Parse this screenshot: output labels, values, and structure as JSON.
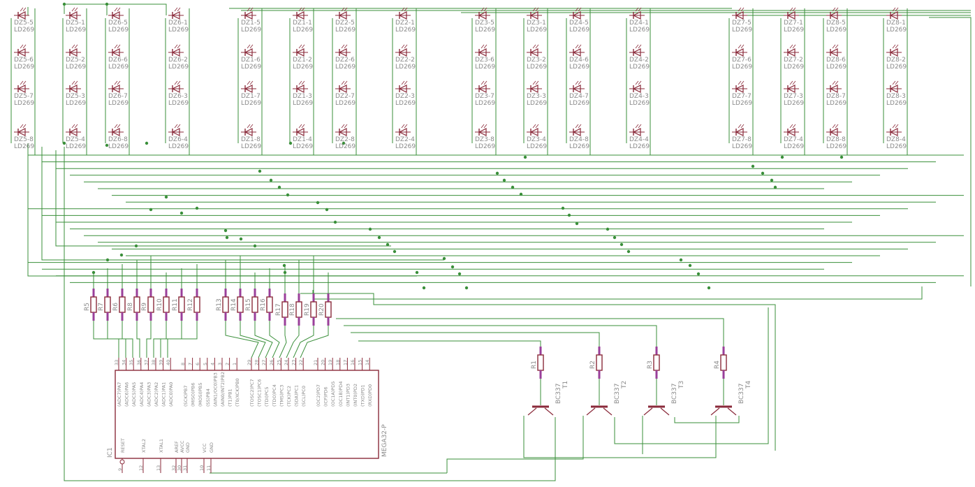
{
  "colors": {
    "wire": "#3a8f3a",
    "part": "#8a2a3a",
    "label": "#8a8a8a",
    "pad": "#9a3f9a"
  },
  "led_groups": [
    {
      "cols": [
        [
          "DZ5-5",
          "DZ5-6",
          "DZ5-7",
          "DZ5-8"
        ],
        [
          "DZ5-1",
          "DZ5-2",
          "DZ5-3",
          "DZ5-4"
        ],
        [
          "DZ6-5",
          "DZ6-6",
          "DZ6-7",
          "DZ6-8"
        ],
        [
          "DZ6-1",
          "DZ6-2",
          "DZ6-3",
          "DZ6-4"
        ]
      ]
    },
    {
      "cols": [
        [
          "DZ1-5",
          "DZ1-6",
          "DZ1-7",
          "DZ1-8"
        ],
        [
          "DZ1-1",
          "DZ1-2",
          "DZ1-3",
          "DZ1-4"
        ],
        [
          "DZ2-5",
          "DZ2-6",
          "DZ2-7",
          "DZ2-8"
        ],
        [
          "DZ2-1",
          "DZ2-2",
          "DZ2-3",
          "DZ2-4"
        ]
      ]
    },
    {
      "cols": [
        [
          "DZ3-5",
          "DZ3-6",
          "DZ3-7",
          "DZ3-8"
        ],
        [
          "DZ3-1",
          "DZ3-2",
          "DZ3-3",
          "DZ3-4"
        ],
        [
          "DZ4-5",
          "DZ4-6",
          "DZ4-7",
          "DZ4-8"
        ],
        [
          "DZ4-1",
          "DZ4-2",
          "DZ4-3",
          "DZ4-4"
        ]
      ]
    },
    {
      "cols": [
        [
          "DZ7-5",
          "DZ7-6",
          "DZ7-7",
          "DZ7-8"
        ],
        [
          "DZ7-1",
          "DZ7-2",
          "DZ7-3",
          "DZ7-4"
        ],
        [
          "DZ8-5",
          "DZ8-6",
          "DZ8-7",
          "DZ8-8"
        ],
        [
          "DZ8-1",
          "DZ8-2",
          "DZ8-3",
          "DZ8-4"
        ]
      ]
    }
  ],
  "led_value": "LD269",
  "row_resistors": [
    "R5",
    "R7",
    "R6",
    "R8",
    "R9",
    "R10",
    "R11",
    "R12"
  ],
  "col_resistors": [
    "R13",
    "R14",
    "R15",
    "R16",
    "R17",
    "R18",
    "R19",
    "R20"
  ],
  "drivers": [
    {
      "resistor": "R1",
      "transistor": "T1",
      "value": "BC337"
    },
    {
      "resistor": "R2",
      "transistor": "T2",
      "value": "BC337"
    },
    {
      "resistor": "R3",
      "transistor": "T3",
      "value": "BC337"
    },
    {
      "resistor": "R4",
      "transistor": "T4",
      "value": "BC337"
    }
  ],
  "ic": {
    "name": "IC1",
    "value": "MEGA32-P",
    "top_pin_numbers": [
      "33",
      "34",
      "35",
      "36",
      "37",
      "38",
      "39",
      "40",
      "8",
      "7",
      "6",
      "5",
      "4",
      "3",
      "2",
      "1",
      "29",
      "28",
      "27",
      "26",
      "25",
      "24",
      "23",
      "22",
      "21",
      "20",
      "19",
      "18",
      "17",
      "16",
      "15",
      "14"
    ],
    "top_pin_names": [
      "(ADC7)PA7",
      "(ADC6)PA6",
      "(ADC5)PA5",
      "(ADC4)PA4",
      "(ADC3)PA3",
      "(ADC2)PA2",
      "(ADC1)PA1",
      "(ADC0)PA0",
      "(SCK)PB7",
      "(MISO)PB6",
      "(MOSI)PB5",
      "(SS)PB4",
      "(AIN1/OC0)PB3",
      "(AIN0/INT2)PB2",
      "(T1)PB1",
      "(T0/XCK)PB0",
      "(TOSC2)PC7",
      "(TOSC1)PC6",
      "(TDI)PC5",
      "(TDO)PC4",
      "(TMS)PC3",
      "(TCK)PC2",
      "(SDA)PC1",
      "(SCL)PC0",
      "(OC2)PD7",
      "(ICP)PD6",
      "(OC1A)PD5",
      "(OC1B)PD4",
      "(INT1)PD3",
      "(INT0)PD2",
      "(TXD)PD1",
      "(RXD)PD0"
    ],
    "bottom_pins": [
      {
        "name": "RESET",
        "num": "9"
      },
      {
        "name": "XTAL2",
        "num": "12"
      },
      {
        "name": "XTAL1",
        "num": "13"
      },
      {
        "name": "AREF",
        "num": "32"
      },
      {
        "name": "AVCC",
        "num": "30"
      },
      {
        "name": "GND",
        "num": "31"
      },
      {
        "name": "VCC",
        "num": "10"
      },
      {
        "name": "GND",
        "num": "11"
      }
    ]
  }
}
